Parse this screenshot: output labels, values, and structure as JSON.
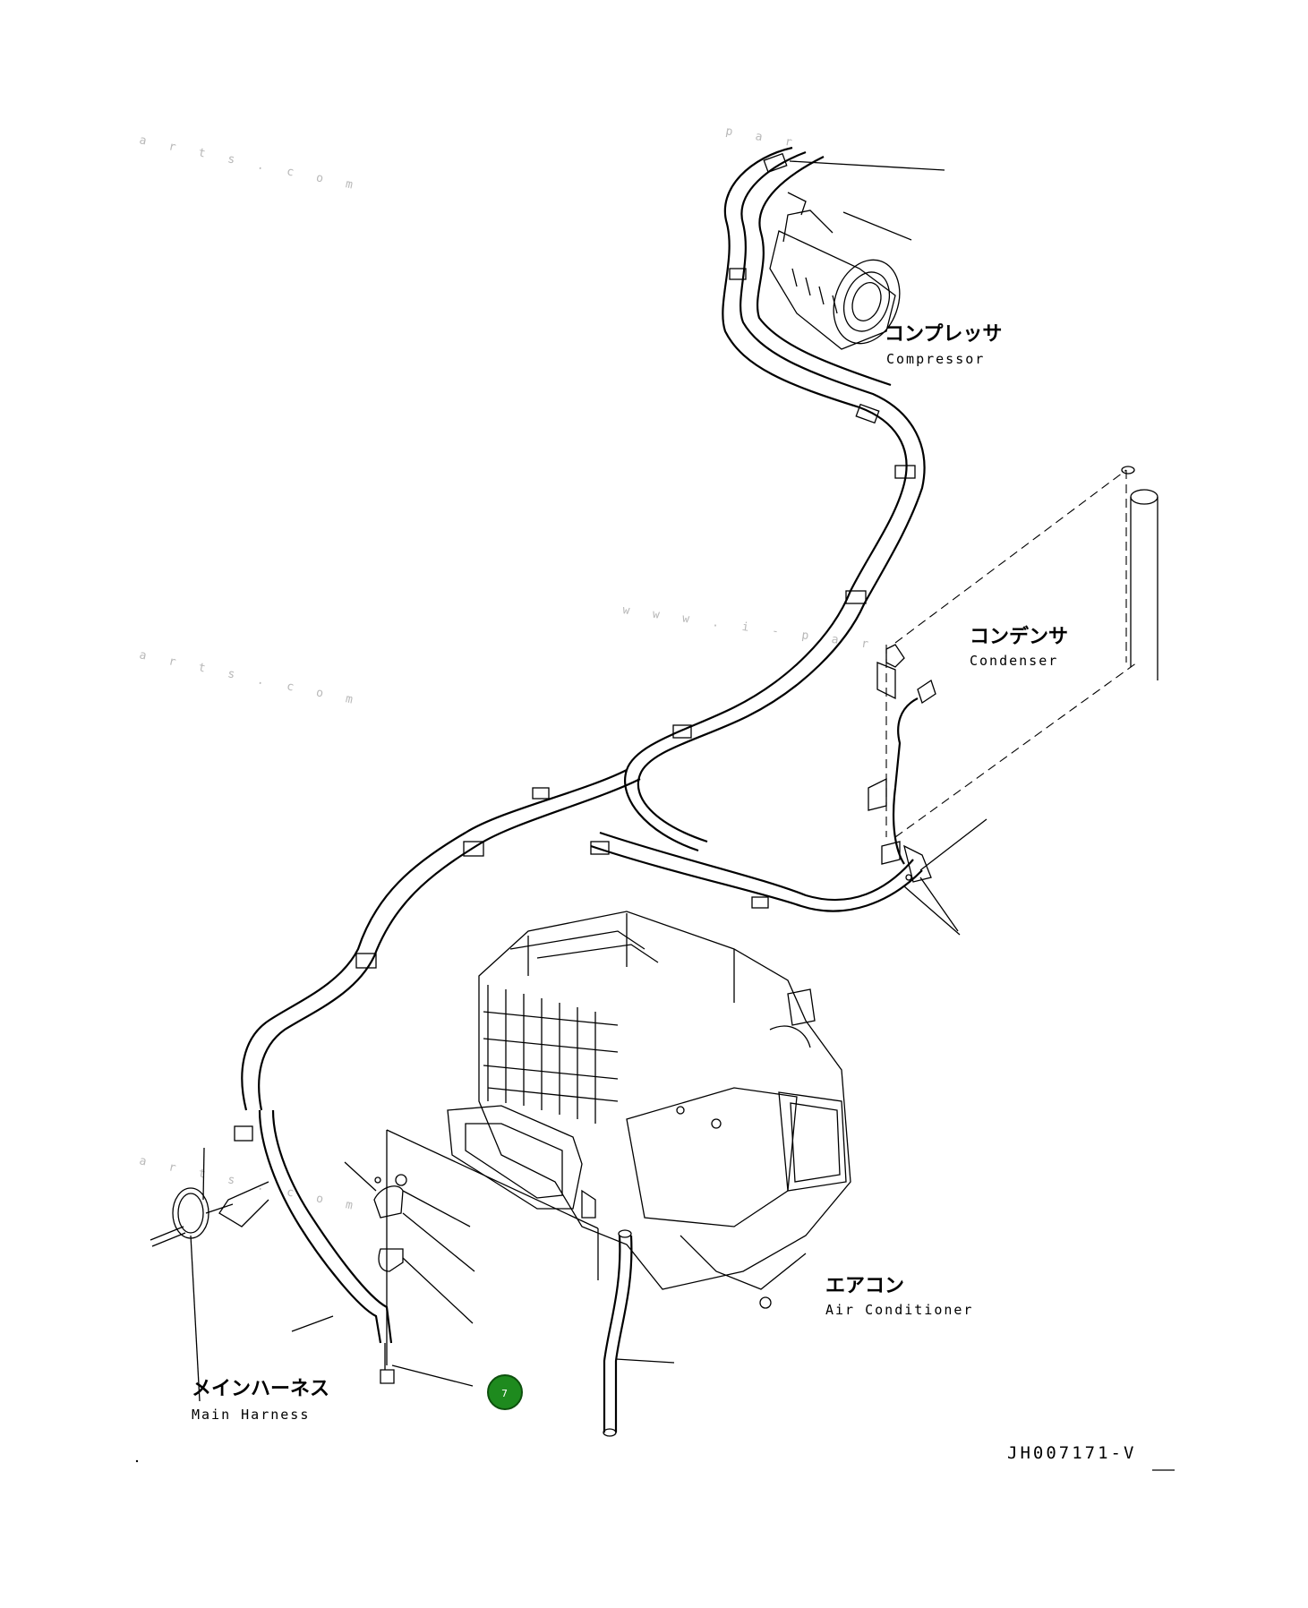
{
  "labels": {
    "compressor": {
      "jp": "コンプレッサ",
      "en": "Compressor"
    },
    "condenser": {
      "jp": "コンデンサ",
      "en": "Condenser"
    },
    "air_conditioner": {
      "jp": "エアコン",
      "en": "Air Conditioner"
    },
    "main_harness": {
      "jp": "メインハーネス",
      "en": "Main Harness"
    }
  },
  "drawing_code": "JH007171-V",
  "badge": {
    "text": "7",
    "color": "#1e8a1e"
  },
  "watermarks": [
    "a r t s . c o m",
    "w w w . i - p a r",
    "p a r"
  ],
  "colors": {
    "line": "#000000",
    "background": "#ffffff",
    "badge": "#1e8a1e"
  }
}
